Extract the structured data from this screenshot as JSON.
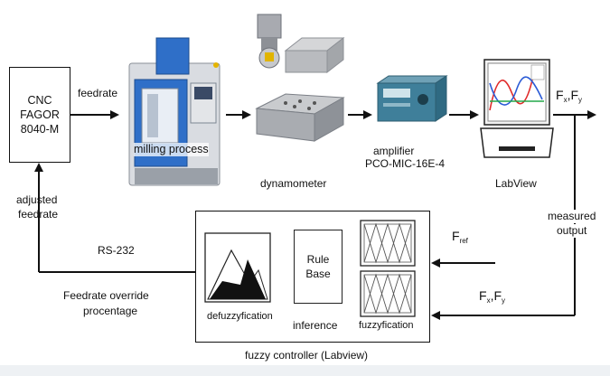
{
  "cnc": {
    "line1": "CNC",
    "line2": "FAGOR",
    "line3": "8040-M"
  },
  "labels": {
    "feedrate": "feedrate",
    "milling_process": "milling process",
    "dynamometer": "dynamometer",
    "amplifier_line1": "amplifier",
    "amplifier_line2": "PCO-MIC-16E-4",
    "labview": "LabView",
    "adjusted_line1": "adjusted",
    "adjusted_line2": "feedrate",
    "measured_line1": "measured",
    "measured_line2": "output",
    "rs232": "RS-232",
    "override_line1": "Feedrate override",
    "override_line2": "procentage",
    "rule_line1": "Rule",
    "rule_line2": "Base",
    "defuzzyfication": "defuzzyfication",
    "inference": "inference",
    "fuzzyfication": "fuzzyfication",
    "fuzzy_controller": "fuzzy controller (Labview)",
    "force_F": "F",
    "force_x": "x",
    "force_y": "y",
    "force_sep": ",F",
    "fref_F": "F",
    "fref_sub": "ref"
  },
  "icons": {
    "milling_machine": "milling-machine-icon",
    "dynamometer": "dynamometer-icon",
    "tool": "cutting-tool-icon",
    "workpiece": "workpiece-icon",
    "amplifier": "amplifier-icon",
    "laptop": "laptop-icon"
  },
  "colors": {
    "machine_blue": "#2f6fc8",
    "machine_gray": "#c9ccd1",
    "plot_red": "#e02a2a",
    "plot_green": "#24a84a",
    "plot_blue": "#2b5bd6",
    "amp_teal": "#3f7f9a"
  }
}
